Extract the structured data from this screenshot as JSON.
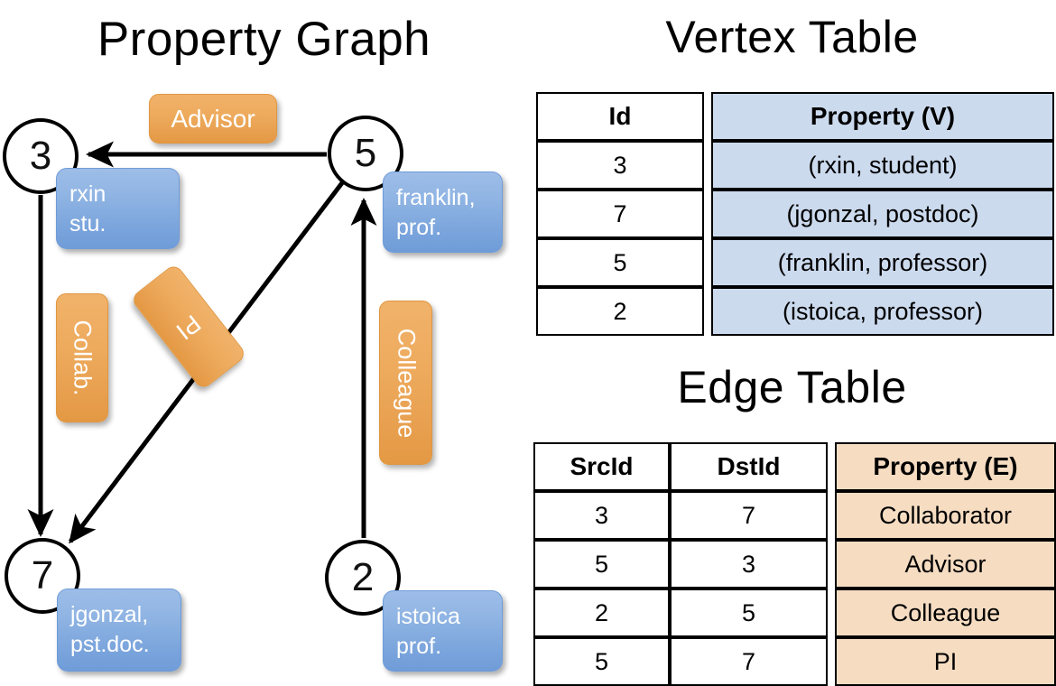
{
  "titles": {
    "property_graph": "Property Graph",
    "vertex_table": "Vertex Table",
    "edge_table": "Edge Table"
  },
  "graph": {
    "nodes": [
      {
        "id": "3",
        "name": "rxin",
        "role": "stu.",
        "label_line1": "rxin",
        "label_line2": "stu."
      },
      {
        "id": "5",
        "name": "franklin",
        "role": "prof.",
        "label_line1": "franklin,",
        "label_line2": "prof."
      },
      {
        "id": "7",
        "name": "jgonzal",
        "role": "pst.doc.",
        "label_line1": "jgonzal,",
        "label_line2": "pst.doc."
      },
      {
        "id": "2",
        "name": "istoica",
        "role": "prof.",
        "label_line1": "istoica",
        "label_line2": "prof."
      }
    ],
    "edge_labels": [
      {
        "key": "advisor",
        "text": "Advisor"
      },
      {
        "key": "collab",
        "text": "Collab."
      },
      {
        "key": "pi",
        "text": "PI"
      },
      {
        "key": "colleague",
        "text": "Colleague"
      }
    ],
    "edges": [
      {
        "src": "5",
        "dst": "3",
        "label": "Advisor"
      },
      {
        "src": "3",
        "dst": "7",
        "label": "Collab."
      },
      {
        "src": "5",
        "dst": "7",
        "label": "PI"
      },
      {
        "src": "2",
        "dst": "5",
        "label": "Colleague"
      }
    ]
  },
  "vertex_table": {
    "headers": [
      "Id",
      "Property (V)"
    ],
    "rows": [
      {
        "id": "3",
        "property": "(rxin, student)"
      },
      {
        "id": "7",
        "property": "(jgonzal, postdoc)"
      },
      {
        "id": "5",
        "property": "(franklin, professor)"
      },
      {
        "id": "2",
        "property": "(istoica, professor)"
      }
    ]
  },
  "edge_table": {
    "headers": [
      "SrcId",
      "DstId",
      "Property (E)"
    ],
    "rows": [
      {
        "src": "3",
        "dst": "7",
        "property": "Collaborator"
      },
      {
        "src": "5",
        "dst": "3",
        "property": "Advisor"
      },
      {
        "src": "2",
        "dst": "5",
        "property": "Colleague"
      },
      {
        "src": "5",
        "dst": "7",
        "property": "PI"
      }
    ]
  },
  "colors": {
    "vertex_property_fill": "#ccdaee",
    "edge_property_fill": "#f6ddc2",
    "vertex_bubble": "#7aa4dc",
    "edge_chip": "#e79f4e",
    "stroke": "#000000"
  }
}
